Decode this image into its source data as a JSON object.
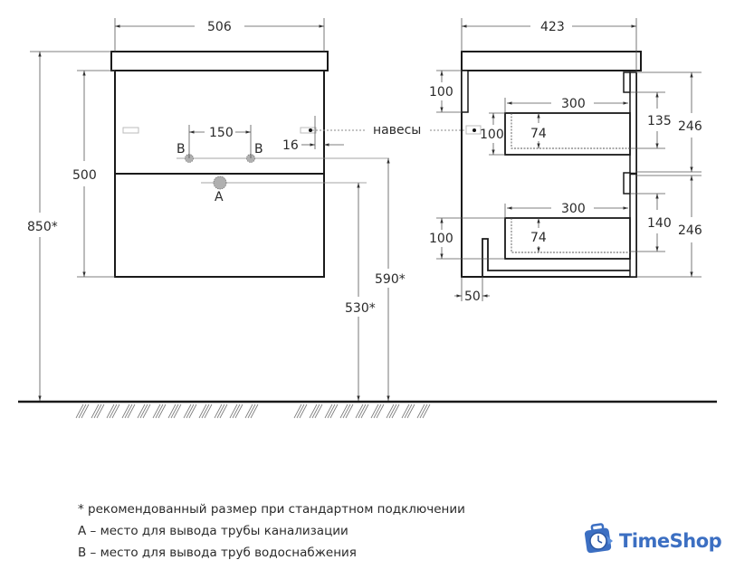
{
  "drawing": {
    "front_view": {
      "width_label": "506",
      "body_height_label": "500",
      "total_height_label": "850*",
      "pipe_spacing_label": "150",
      "hinge_offset_label": "16",
      "pipe_b_left_label": "B",
      "pipe_b_right_label": "B",
      "pipe_a_label": "A",
      "water_height_label": "590*",
      "drain_height_label": "530*"
    },
    "hinges_label": "навесы",
    "side_view": {
      "depth_label": "423",
      "top_panel_label": "100",
      "hinge_height_label": "100",
      "upper_drawer_depth_label": "300",
      "upper_drawer_inner_label": "74",
      "upper_drawer_facade_label": "135",
      "upper_section_label": "246",
      "lower_drawer_depth_label": "300",
      "lower_drawer_inner_label": "74",
      "lower_drawer_facade_label": "140",
      "lower_section_label": "246",
      "lower_panel_label": "100",
      "offset_label": "50"
    },
    "colors": {
      "line": "#1a1a1a",
      "dim_line": "#555555",
      "pipe_fill": "#b0b0b0"
    }
  },
  "notes": {
    "line1": "* рекомендованный размер при стандартном подключении",
    "line2": "A – место для вывода трубы канализации",
    "line3": "B – место для вывода труб водоснабжения"
  },
  "logo": {
    "name_part1": "Time",
    "name_part2": "Shop",
    "color": "#3c6fc2",
    "icon": "clock-bag-icon"
  }
}
